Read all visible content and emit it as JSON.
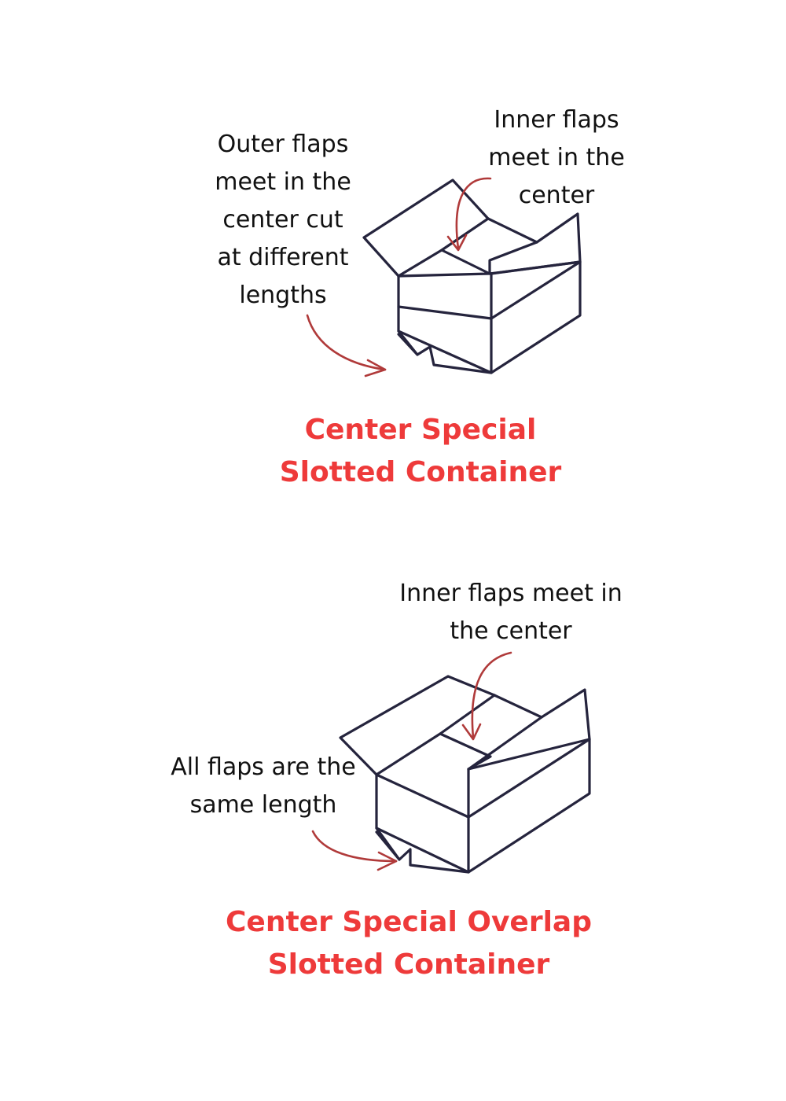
{
  "colors": {
    "outline": "#25243d",
    "arrow": "#b03a3a",
    "title": "#ee3a3a",
    "text": "#111111",
    "background": "#ffffff"
  },
  "diagrams": [
    {
      "outer_flaps_note": [
        "Outer flaps",
        "meet in the",
        "center cut",
        "at different",
        "lengths"
      ],
      "inner_flaps_note": [
        "Inner flaps",
        "meet in the",
        "center"
      ],
      "title_lines": [
        "Center Special",
        "Slotted Container"
      ]
    },
    {
      "inner_flaps_note": [
        "Inner flaps meet in",
        "the center"
      ],
      "all_flaps_note": [
        "All flaps are the",
        "same length"
      ],
      "title_lines": [
        "Center Special Overlap",
        "Slotted Container"
      ]
    }
  ]
}
